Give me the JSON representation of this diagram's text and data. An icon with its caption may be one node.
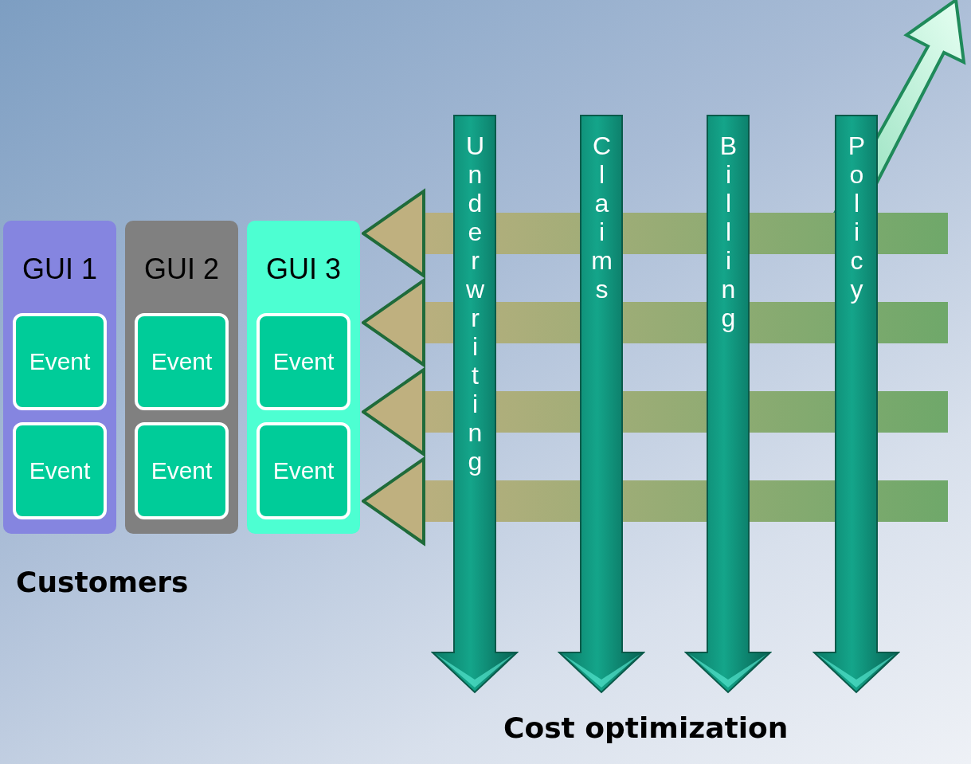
{
  "diagram": {
    "nodes": [
      {
        "text": [
          "GUI 1"
        ]
      },
      {
        "text": [
          "Event"
        ],
        "in": 0
      },
      {
        "text": [
          "Event"
        ],
        "in": 0
      },
      {
        "text": [
          "GUI 2"
        ]
      },
      {
        "text": [
          "Event"
        ],
        "in": 3
      },
      {
        "text": [
          "Event"
        ],
        "in": 3
      },
      {
        "text": [
          "GUI 3"
        ]
      },
      {
        "text": [
          "Event"
        ],
        "in": 6
      },
      {
        "text": [
          "Event"
        ],
        "in": 6
      },
      {
        "text": [
          "Underwriting"
        ]
      },
      {
        "text": [
          "Claims"
        ]
      },
      {
        "text": [
          "Billing"
        ]
      },
      {
        "text": [
          "Policy"
        ]
      }
    ],
    "edges": [
      {
        "from": null,
        "to": 6,
        "arrow": "to",
        "style": "thick"
      },
      {
        "from": null,
        "to": 6,
        "arrow": "to",
        "style": "thick"
      },
      {
        "from": null,
        "to": 6,
        "arrow": "to",
        "style": "thick"
      },
      {
        "from": null,
        "to": 6,
        "arrow": "to",
        "style": "thick"
      }
    ],
    "labels": [
      "Customers",
      "Cost optimization"
    ]
  }
}
